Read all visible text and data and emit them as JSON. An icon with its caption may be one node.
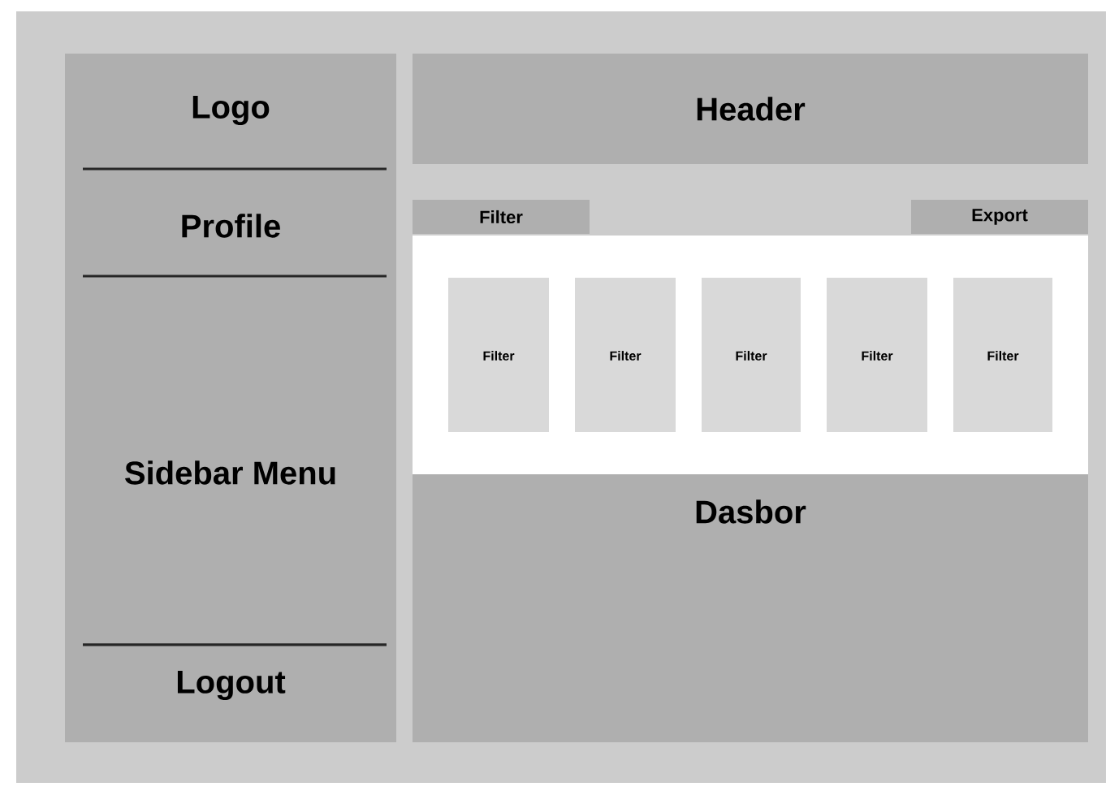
{
  "diagram": {
    "nodes": [
      {
        "text": [
          "Logo",
          "Profile",
          "Sidebar Menu",
          "Logout"
        ]
      },
      {
        "text": [
          "Header"
        ]
      },
      {
        "text": [
          "Filter"
        ]
      },
      {
        "text": [
          "Export"
        ]
      },
      {
        "text": [
          "Dasbor"
        ]
      },
      {
        "text": [],
        "shape": "box"
      },
      {
        "text": [
          "Filter"
        ],
        "in": 5
      },
      {
        "text": [
          "Filter"
        ],
        "in": 5
      },
      {
        "text": [
          "Filter"
        ],
        "in": 5
      },
      {
        "text": [
          "Filter"
        ],
        "in": 5
      },
      {
        "text": [
          "Filter"
        ],
        "in": 5
      }
    ]
  }
}
